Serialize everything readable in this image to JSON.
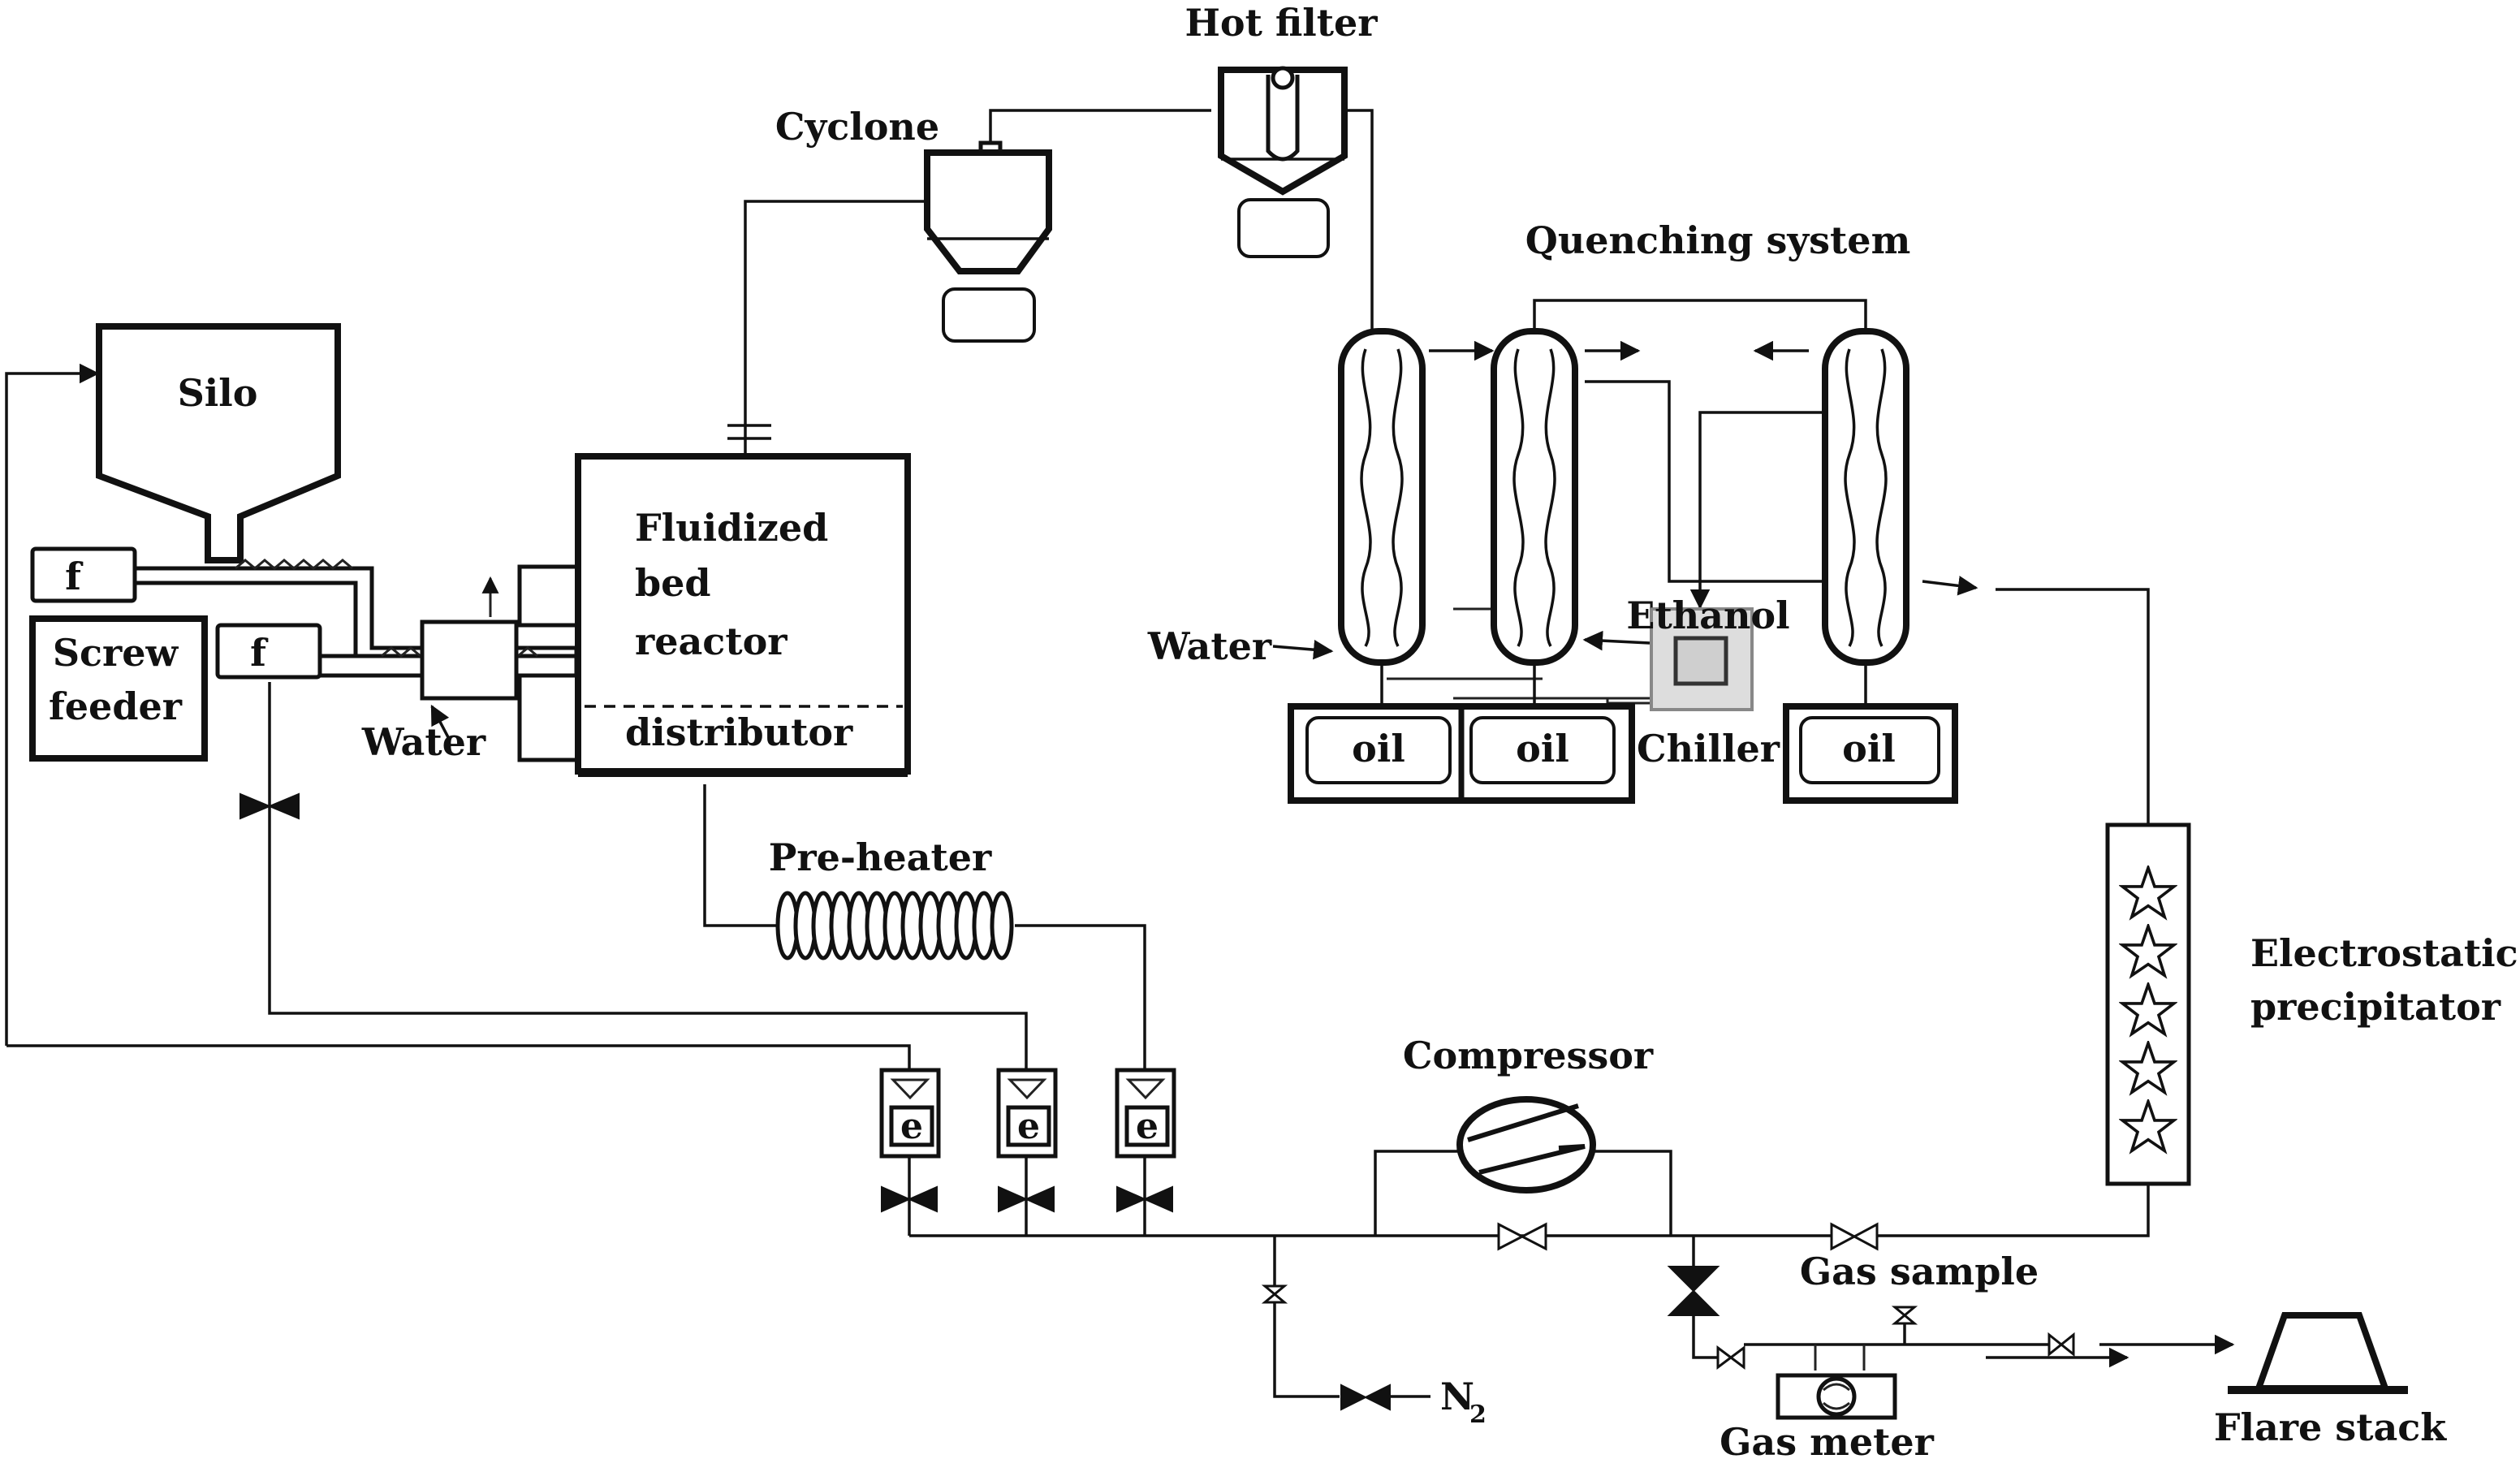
{
  "labels": {
    "hot_filter": "Hot filter",
    "cyclone": "Cyclone",
    "quenching_system": "Quenching system",
    "silo": "Silo",
    "feeder_f1": "f",
    "feeder_f2": "f",
    "screw_feeder_line1": "Screw",
    "screw_feeder_line2": "feeder",
    "water_feeder": "Water",
    "reactor_line1": "Fluidized",
    "reactor_line2": "bed",
    "reactor_line3": "reactor",
    "distributor": "distributor",
    "water_quench": "Water",
    "ethanol": "Ethanol",
    "chiller": "Chiller",
    "oil1": "oil",
    "oil2": "oil",
    "oil3": "oil",
    "pre_heater": "Pre-heater",
    "compressor": "Compressor",
    "electrostatic_line1": "Electrostatic",
    "electrostatic_line2": "precipitator",
    "mfc1": "e",
    "mfc2": "e",
    "mfc3": "e",
    "gas_sample": "Gas sample",
    "n2": "N",
    "n2_sub": "2",
    "gas_meter": "Gas meter",
    "flare_stack": "Flare stack"
  }
}
